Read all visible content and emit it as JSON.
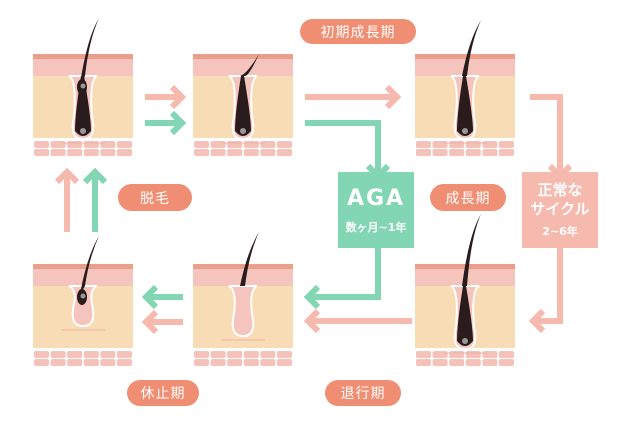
{
  "labels": {
    "early_growth": "初期成長期",
    "shedding": "脱毛",
    "growth": "成長期",
    "resting": "休止期",
    "regression": "退行期"
  },
  "aga_box": {
    "title": "AGA",
    "duration": "数ヶ月~1年"
  },
  "normal_box": {
    "title_line1": "正常な",
    "title_line2": "サイクル",
    "duration": "2~6年"
  },
  "colors": {
    "label": "#ef8e72",
    "aga": "#82d6b4",
    "normal": "#f5b9ae"
  }
}
